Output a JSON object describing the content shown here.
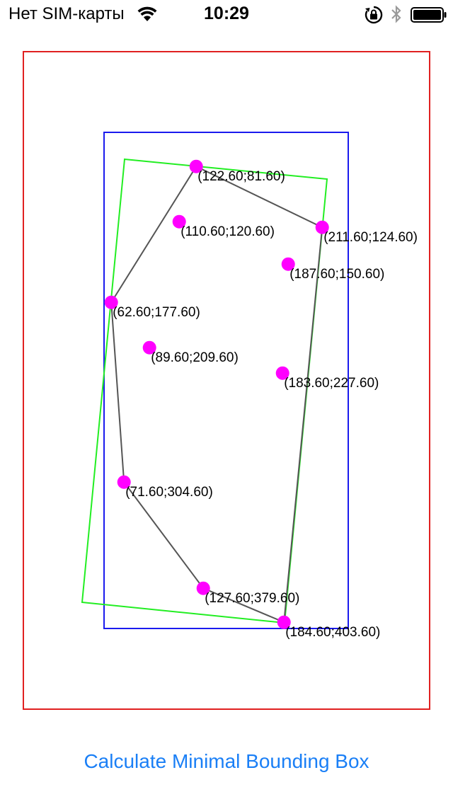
{
  "status_bar": {
    "carrier": "Нет SIM-карты",
    "time": "10:29",
    "icons": [
      "wifi-icon",
      "rotation-lock-icon",
      "bluetooth-icon",
      "battery-icon"
    ]
  },
  "canvas": {
    "colors": {
      "outer_frame": "#e02020",
      "axis_aligned_box": "#1a1aee",
      "minimal_box": "#22ee22",
      "hull": "#555555",
      "points": "#ff00ff"
    },
    "points": [
      {
        "x": 122.6,
        "y": 81.6,
        "label": "(122.60;81.60)"
      },
      {
        "x": 110.6,
        "y": 120.6,
        "label": "(110.60;120.60)"
      },
      {
        "x": 211.6,
        "y": 124.6,
        "label": "(211.60;124.60)"
      },
      {
        "x": 187.6,
        "y": 150.6,
        "label": "(187.60;150.60)"
      },
      {
        "x": 62.6,
        "y": 177.6,
        "label": "(62.60;177.60)"
      },
      {
        "x": 89.6,
        "y": 209.6,
        "label": "(89.60;209.60)"
      },
      {
        "x": 183.6,
        "y": 227.6,
        "label": "(183.60;227.60)"
      },
      {
        "x": 71.6,
        "y": 304.6,
        "label": "(71.60;304.60)"
      },
      {
        "x": 127.6,
        "y": 379.6,
        "label": "(127.60;379.60)"
      },
      {
        "x": 184.6,
        "y": 403.6,
        "label": "(184.60;403.60)"
      }
    ],
    "hull_order": [
      0,
      2,
      9,
      8,
      7,
      4
    ]
  },
  "button": {
    "label": "Calculate Minimal Bounding Box"
  }
}
